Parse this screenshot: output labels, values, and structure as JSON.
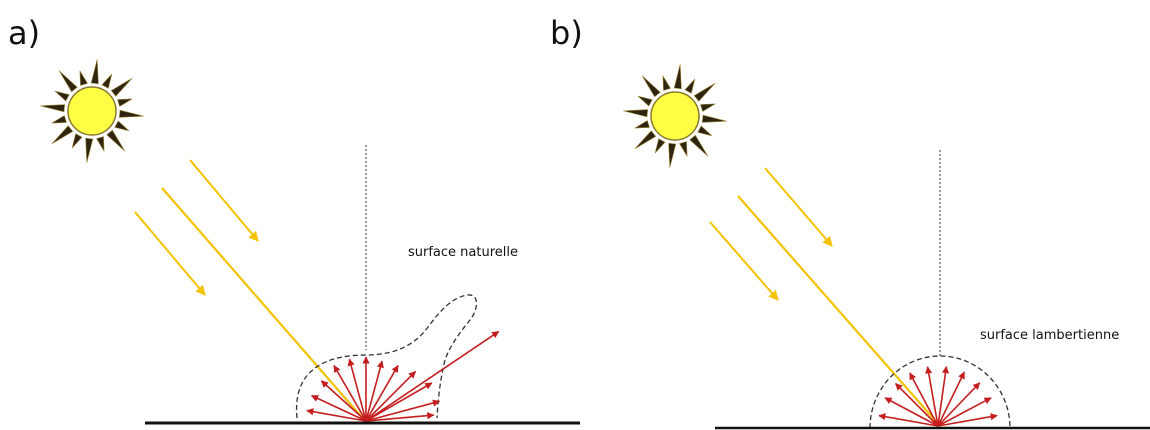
{
  "panels": [
    {
      "label": "a)",
      "surface_label": "surface naturelle"
    },
    {
      "label": "b)",
      "surface_label": "surface lambertienne"
    }
  ],
  "colors": {
    "sun_fill": "#ffff44",
    "sun_outline": "#8a7a30",
    "sun_rays": "#2e2410",
    "sunlight": "#f5c200",
    "reflected": "#c41e1e",
    "ground": "#111111",
    "dashed": "#333333"
  }
}
